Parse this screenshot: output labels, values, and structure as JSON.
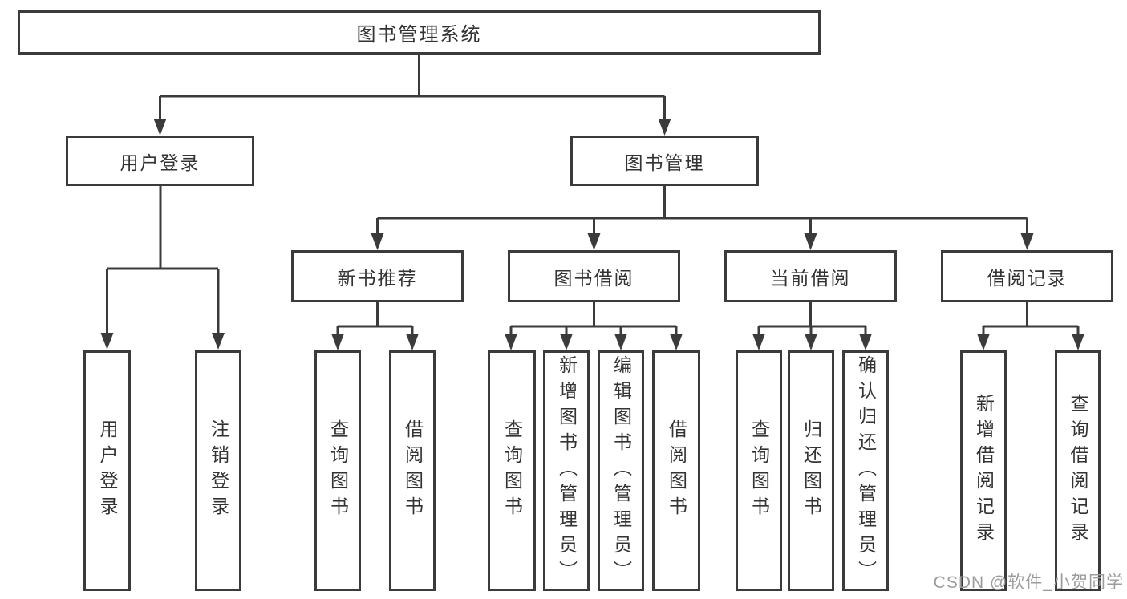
{
  "watermark": "CSDN @软件_小贺同学",
  "colors": {
    "line": "#3b3b3b",
    "box_border": "#3b3b3b",
    "text": "#333333",
    "watermark": "#9c9c9c",
    "background": "#ffffff"
  },
  "tree": {
    "root": "图书管理系统",
    "branches": {
      "user_login": {
        "label": "用户登录",
        "children": [
          "用户登录",
          "注销登录"
        ]
      },
      "book_management": {
        "label": "图书管理",
        "sections": {
          "new_book_recommend": {
            "label": "新书推荐",
            "children": [
              "查询图书",
              "借阅图书"
            ]
          },
          "book_borrow": {
            "label": "图书借阅",
            "children": [
              "查询图书",
              "新增图书（管理员）",
              "编辑图书（管理员）",
              "借阅图书"
            ]
          },
          "current_borrow": {
            "label": "当前借阅",
            "children": [
              "查询图书",
              "归还图书",
              "确认归还（管理员）"
            ]
          },
          "borrow_record": {
            "label": "借阅记录",
            "children": [
              "新增借阅记录",
              "查询借阅记录"
            ]
          }
        }
      }
    }
  }
}
